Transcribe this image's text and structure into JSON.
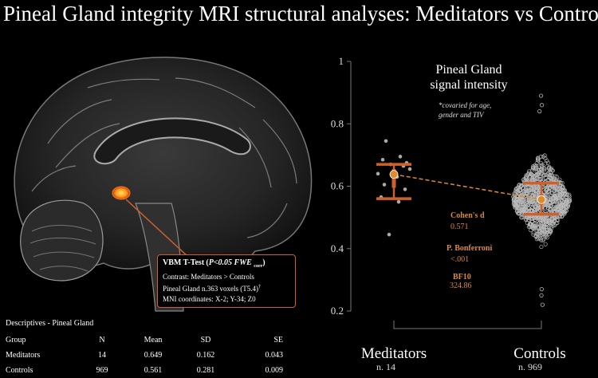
{
  "title": "Pineal Gland integrity MRI structural analyses: Meditators vs Controls",
  "stats_box": {
    "heading_prefix": "VBM  T-Test",
    "heading_detail": "P<0.05 FWE",
    "heading_sub": "corr",
    "contrast": "Contrast: Meditators > Controls",
    "voxels": "Pineal Gland n.363 voxels (T5.4)",
    "voxels_sup": "†",
    "mni": "MNI coordinates: X-2; Y-34; Z0"
  },
  "descriptives": {
    "title": "Descriptives - Pineal Gland",
    "headers": [
      "Group",
      "N",
      "Mean",
      "SD",
      "SE"
    ],
    "rows": [
      [
        "Meditators",
        "14",
        "0.649",
        "0.162",
        "0.043"
      ],
      [
        "Controls",
        "969",
        "0.561",
        "0.281",
        "0.009"
      ]
    ]
  },
  "chart_data": {
    "type": "scatter",
    "title_line1": "Pineal Gland",
    "title_line2": "signal intensity",
    "note_line1": "*covaried for age,",
    "note_line2": "gender and TIV",
    "ylim": [
      0.2,
      1.0
    ],
    "yticks": [
      "1",
      "0.8",
      "0.6",
      "0.4",
      "0.2"
    ],
    "groups": [
      {
        "name": "Meditators",
        "n_label": "n. 14",
        "mean": 0.638,
        "ci": [
          0.56,
          0.67
        ],
        "se_bar": [
          0.595,
          0.655
        ],
        "points": [
          0.745,
          0.695,
          0.685,
          0.675,
          0.67,
          0.665,
          0.655,
          0.64,
          0.63,
          0.605,
          0.59,
          0.565,
          0.55,
          0.445
        ]
      },
      {
        "name": "Controls",
        "n_label": "n. 969",
        "mean": 0.557,
        "ci": [
          0.51,
          0.61
        ],
        "se_bar": [
          0.54,
          0.575
        ],
        "range": [
          0.22,
          0.89
        ]
      }
    ],
    "annotations": [
      {
        "label": "Cohen's d",
        "value": "0.571"
      },
      {
        "label": "P. Bonferroni",
        "value": "<.001"
      },
      {
        "label": "BF10",
        "value": "324.86"
      }
    ],
    "colors": {
      "accent": "#d0602b",
      "mean_line": "#e08a2c",
      "points": "#bbbbbb",
      "annotation": "#d9893a"
    }
  }
}
